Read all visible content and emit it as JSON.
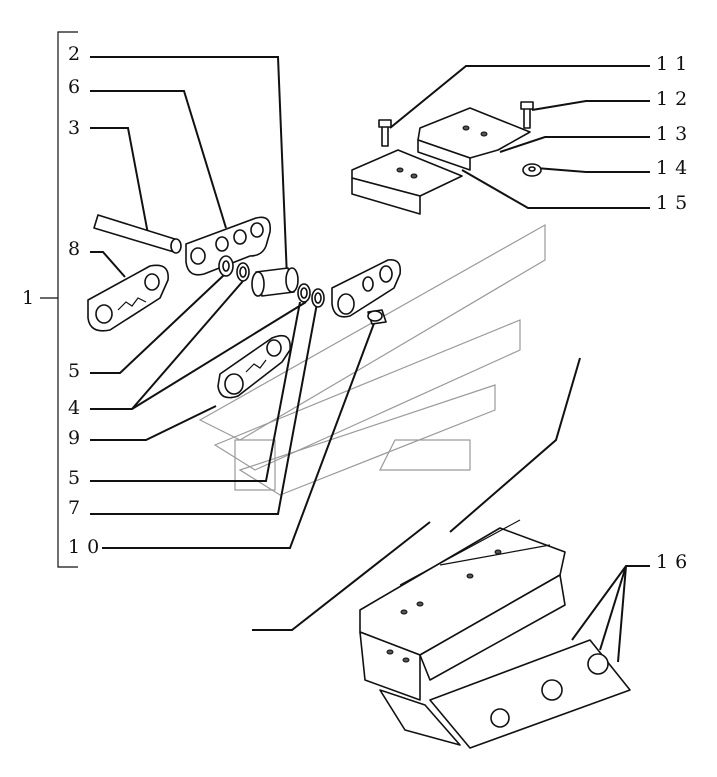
{
  "labels": {
    "l1": "1",
    "l2": "2",
    "l3": "3",
    "l4": "4",
    "l5a": "5",
    "l5b": "5",
    "l6": "6",
    "l7": "7",
    "l8": "8",
    "l9": "9",
    "l10": "10",
    "l11": "11",
    "l12": "12",
    "l13": "13",
    "l14": "14",
    "l15": "15",
    "l16": "16"
  },
  "colors": {
    "ink": "#111111",
    "watermark": "#9a9a9a",
    "background": "#ffffff"
  }
}
